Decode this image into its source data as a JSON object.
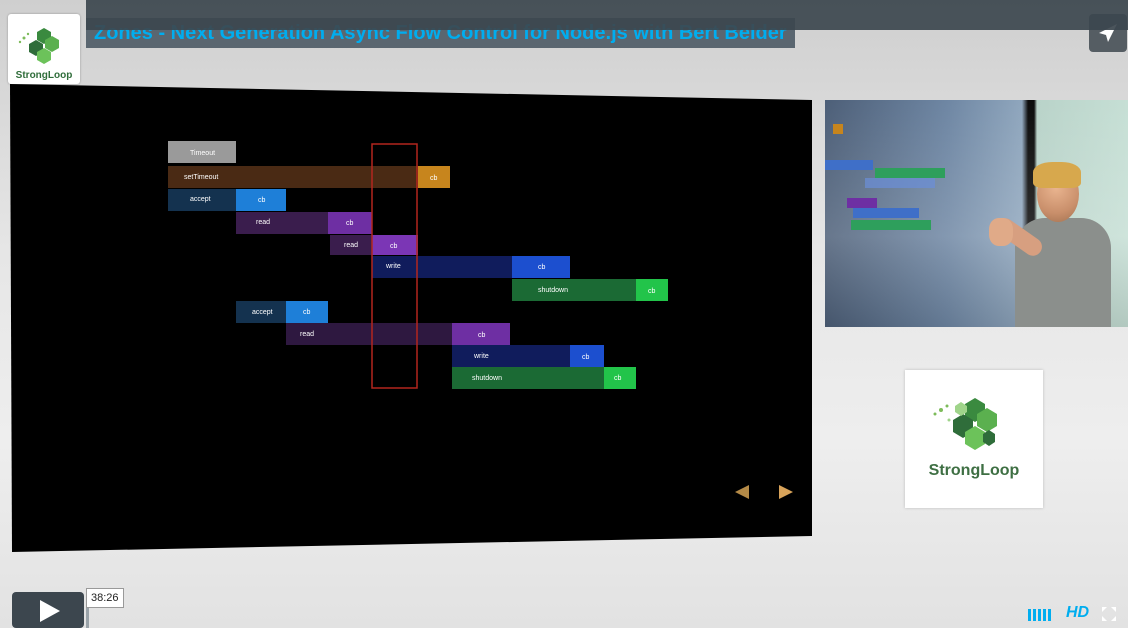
{
  "video": {
    "title": "Zones - Next Generation Async Flow Control for Node.js with Bert Belder",
    "brand": "StrongLoop",
    "brand_logo_text": "StrongLoop"
  },
  "slide": {
    "bars": [
      {
        "label": "Timeout"
      },
      {
        "label": "setTimeout",
        "cb": "cb"
      },
      {
        "label": "accept",
        "cb": "cb"
      },
      {
        "label": "read",
        "cb": "cb"
      },
      {
        "label": "read",
        "cb": "cb"
      },
      {
        "label": "write",
        "cb": "cb"
      },
      {
        "label": "shutdown",
        "cb": "cb"
      },
      {
        "label": "accept",
        "cb": "cb"
      },
      {
        "label": "read",
        "cb": "cb"
      },
      {
        "label": "write",
        "cb": "cb"
      },
      {
        "label": "shutdown",
        "cb": "cb"
      }
    ],
    "nav": {
      "prev": "◀",
      "next": "▶"
    }
  },
  "controls": {
    "time": "38:26",
    "hd_label": "HD",
    "progress_fraction": 0.003
  },
  "colors": {
    "accent": "#00adef",
    "title_bg": "#5a6670",
    "control_bar": "#3c464e"
  }
}
